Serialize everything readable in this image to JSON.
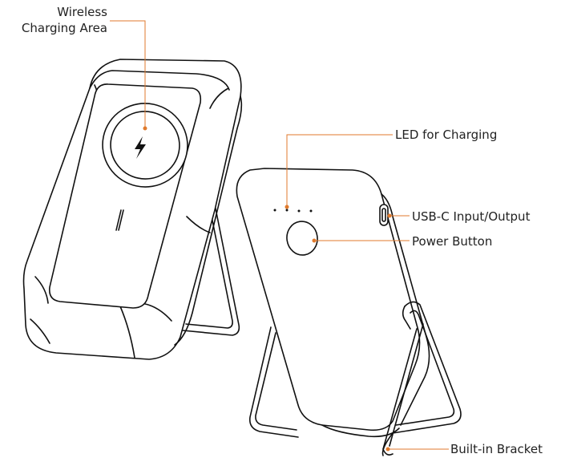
{
  "labels": {
    "wireless_line1": "Wireless",
    "wireless_line2": "Charging Area",
    "led": "LED for Charging",
    "usbc": "USB-C Input/Output",
    "power": "Power Button",
    "bracket": "Built-in Bracket"
  },
  "colors": {
    "callout": "#e07a2c",
    "outline": "#111111"
  },
  "icons": {
    "charging_symbol": "lightning-bolt-icon"
  }
}
